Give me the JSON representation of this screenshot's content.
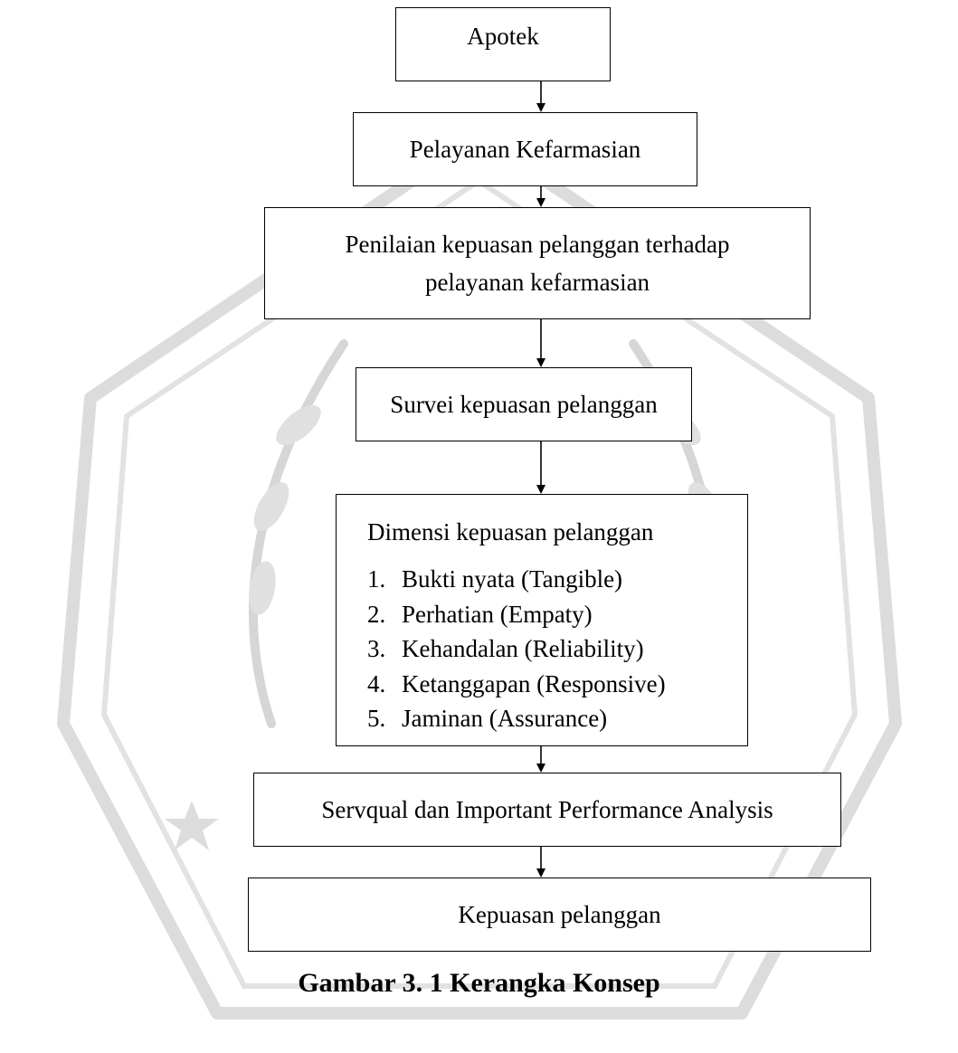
{
  "boxes": {
    "apotek": "Apotek",
    "pelayanan": "Pelayanan Kefarmasian",
    "penilaian": [
      "Penilaian kepuasan pelanggan terhadap",
      "pelayanan kefarmasian"
    ],
    "survei": "Survei kepuasan pelanggan",
    "dimensi": {
      "title": "Dimensi kepuasan pelanggan",
      "items": [
        {
          "num": "1.",
          "text": "Bukti nyata (Tangible)"
        },
        {
          "num": "2.",
          "text": "Perhatian (Empaty)"
        },
        {
          "num": "3.",
          "text": "Kehandalan (Reliability)"
        },
        {
          "num": "4.",
          "text": "Ketanggapan (Responsive)"
        },
        {
          "num": "5.",
          "text": "Jaminan (Assurance)"
        }
      ]
    },
    "servqual": "Servqual dan Important Performance Analysis",
    "kepuasan": "Kepuasan pelanggan"
  },
  "caption": "Gambar 3. 1 Kerangka Konsep",
  "colors": {
    "stroke": "#000000",
    "watermark": "#d9d9d9",
    "background": "#ffffff"
  }
}
